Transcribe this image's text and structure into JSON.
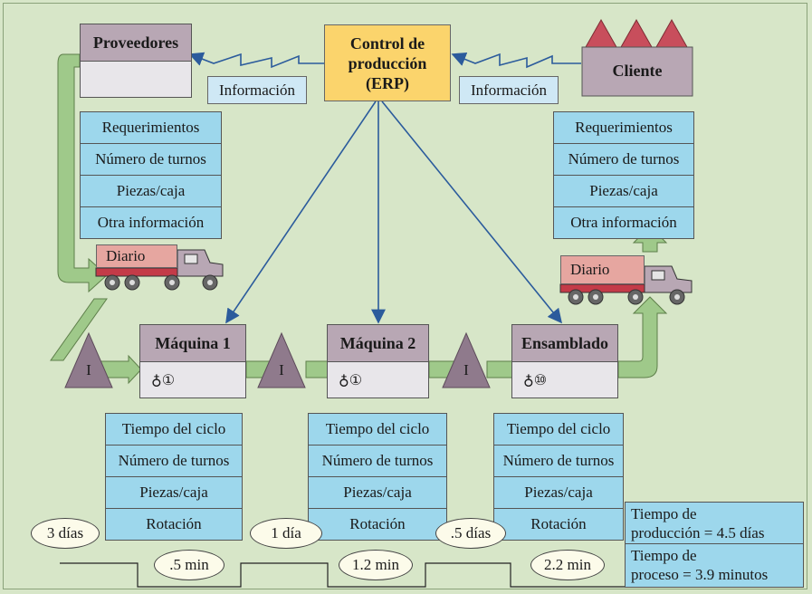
{
  "control": {
    "line1": "Control de",
    "line2": "producción",
    "line3": "(ERP)"
  },
  "supplier": {
    "label": "Proveedores"
  },
  "customer": {
    "label": "Cliente"
  },
  "info_left": "Información",
  "info_right": "Información",
  "supplier_data": [
    "Requerimientos",
    "Número de turnos",
    "Piezas/caja",
    "Otra información"
  ],
  "customer_data": [
    "Requerimientos",
    "Número de turnos",
    "Piezas/caja",
    "Otra información"
  ],
  "truck_left": "Diario",
  "truck_right": "Diario",
  "inventory_label": "I",
  "processes": [
    {
      "name": "Máquina 1",
      "operators": "①",
      "data": [
        "Tiempo del ciclo",
        "Número de turnos",
        "Piezas/caja",
        "Rotación"
      ]
    },
    {
      "name": "Máquina 2",
      "operators": "①",
      "data": [
        "Tiempo del ciclo",
        "Número de turnos",
        "Piezas/caja",
        "Rotación"
      ]
    },
    {
      "name": "Ensamblado",
      "operators": "⑩",
      "data": [
        "Tiempo del ciclo",
        "Número de turnos",
        "Piezas/caja",
        "Rotación"
      ]
    }
  ],
  "timeline": {
    "waits": [
      "3 días",
      "1 día",
      ".5 días"
    ],
    "process_times": [
      ".5 min",
      "1.2 min",
      "2.2 min"
    ],
    "lead_time": {
      "line1": "Tiempo de",
      "line2": "producción = 4.5 días"
    },
    "process_total": {
      "line1": "Tiempo de",
      "line2": "proceso = 3.9 minutos"
    }
  },
  "colors": {
    "background": "#d7e6c8",
    "push_arrow": "#9fc98a",
    "process_header": "#b8a7b4",
    "data_box": "#9dd7ec",
    "erp": "#fbd46c",
    "info_arrow": "#2b5b9c",
    "inventory_triangle": "#8f7a8c"
  }
}
